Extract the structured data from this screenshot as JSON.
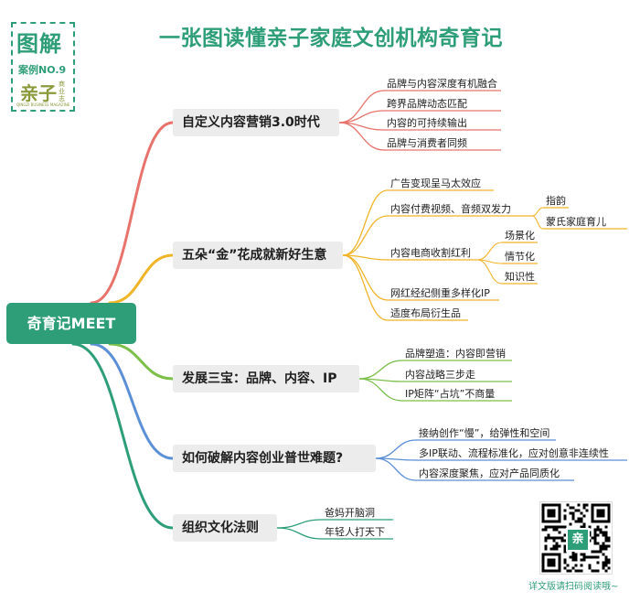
{
  "logo": {
    "big": "图解",
    "case": "案例NO.9",
    "brand": "亲子",
    "sub": "商业志",
    "tiny": "QINGZI BUSINESS MAGAZINE"
  },
  "title": "一张图读懂亲子家庭文创机构奇育记",
  "root": "奇育记MEET",
  "colors": {
    "accent": "#2e9e78",
    "branch1": "#e8736c",
    "branch2": "#f0b429",
    "branch3": "#7cbf4a",
    "branch4": "#5b8fd6",
    "branch5": "#2e9e78"
  },
  "branches": [
    {
      "label": "自定义内容营销3.0时代",
      "children": [
        {
          "label": "品牌与内容深度有机融合"
        },
        {
          "label": "跨界品牌动态匹配"
        },
        {
          "label": "内容的可持续输出"
        },
        {
          "label": "品牌与消费者同频"
        }
      ]
    },
    {
      "label": "五朵“金”花成就新好生意",
      "children": [
        {
          "label": "广告变现呈马太效应"
        },
        {
          "label": "内容付费视频、音频双发力",
          "children": [
            {
              "label": "指韵"
            },
            {
              "label": "蒙氏家庭育儿"
            }
          ]
        },
        {
          "label": "内容电商收割红利",
          "children": [
            {
              "label": "场景化"
            },
            {
              "label": "情节化"
            },
            {
              "label": "知识性"
            }
          ]
        },
        {
          "label": "网红经纪侧重多样化IP"
        },
        {
          "label": "适度布局衍生品"
        }
      ]
    },
    {
      "label": "发展三宝：品牌、内容、IP",
      "children": [
        {
          "label": "品牌塑造：内容即营销"
        },
        {
          "label": "内容战略三步走"
        },
        {
          "label": "IP矩阵“占坑”不商量"
        }
      ]
    },
    {
      "label": "如何破解内容创业普世难题?",
      "children": [
        {
          "label": "接纳创作“慢”，给弹性和空间"
        },
        {
          "label": "多IP联动、流程标准化，应对创意非连续性"
        },
        {
          "label": "内容深度聚焦，应对产品同质化"
        }
      ]
    },
    {
      "label": "组织文化法则",
      "children": [
        {
          "label": "爸妈开脑洞"
        },
        {
          "label": "年轻人打天下"
        }
      ]
    }
  ],
  "qr": {
    "center": "亲",
    "caption": "详文版请扫码阅读哦~"
  }
}
